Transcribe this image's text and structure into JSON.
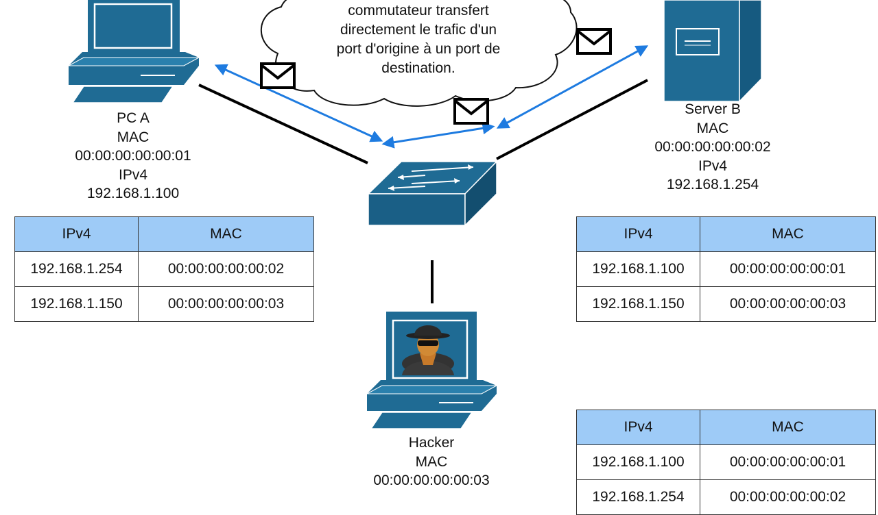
{
  "cloud": {
    "lines": [
      "commutateur transfert",
      "directement le trafic d'un",
      "port d'origine à un port de",
      "destination."
    ]
  },
  "pc_a": {
    "name": "PC A",
    "mac_label": "MAC",
    "mac": "00:00:00:00:00:01",
    "ip_label": "IPv4",
    "ip": "192.168.1.100"
  },
  "server_b": {
    "name": "Server B",
    "mac_label": "MAC",
    "mac": "00:00:00:00:00:02",
    "ip_label": "IPv4",
    "ip": "192.168.1.254"
  },
  "hacker": {
    "name": "Hacker",
    "mac_label": "MAC",
    "mac": "00:00:00:00:00:03"
  },
  "tables": {
    "pc_a": {
      "headers": [
        "IPv4",
        "MAC"
      ],
      "rows": [
        [
          "192.168.1.254",
          "00:00:00:00:00:02"
        ],
        [
          "192.168.1.150",
          "00:00:00:00:00:03"
        ]
      ]
    },
    "server_b": {
      "headers": [
        "IPv4",
        "MAC"
      ],
      "rows": [
        [
          "192.168.1.100",
          "00:00:00:00:00:01"
        ],
        [
          "192.168.1.150",
          "00:00:00:00:00:03"
        ]
      ]
    },
    "hacker": {
      "headers": [
        "IPv4",
        "MAC"
      ],
      "rows": [
        [
          "192.168.1.100",
          "00:00:00:00:00:01"
        ],
        [
          "192.168.1.254",
          "00:00:00:00:00:02"
        ]
      ]
    }
  },
  "colors": {
    "device": "#1f6b94",
    "device_dark": "#134e6f",
    "arrow": "#1e7be0",
    "table_header": "#9ecbf7",
    "link": "#000000"
  }
}
